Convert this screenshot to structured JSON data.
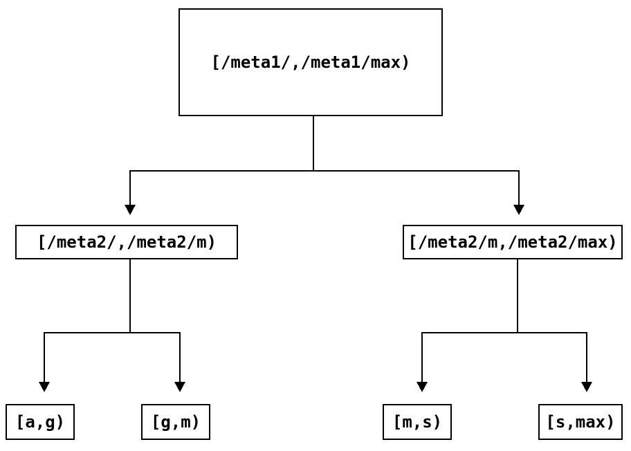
{
  "diagram": {
    "type": "tree",
    "background_color": "#ffffff",
    "line_color": "#000000",
    "box_border_color": "#000000",
    "text_color": "#000000",
    "nodes": [
      {
        "id": "root",
        "label": "[/meta1/,/meta1/max)"
      },
      {
        "id": "meta2-left",
        "label": "[/meta2/,/meta2/m)"
      },
      {
        "id": "meta2-right",
        "label": "[/meta2/m,/meta2/max)"
      },
      {
        "id": "leaf-ag",
        "label": "[a,g)"
      },
      {
        "id": "leaf-gm",
        "label": "[g,m)"
      },
      {
        "id": "leaf-ms",
        "label": "[m,s)"
      },
      {
        "id": "leaf-smax",
        "label": "[s,max)"
      }
    ],
    "edges": [
      {
        "from": "root",
        "to": "meta2-left"
      },
      {
        "from": "root",
        "to": "meta2-right"
      },
      {
        "from": "meta2-left",
        "to": "leaf-ag"
      },
      {
        "from": "meta2-left",
        "to": "leaf-gm"
      },
      {
        "from": "meta2-right",
        "to": "leaf-ms"
      },
      {
        "from": "meta2-right",
        "to": "leaf-smax"
      }
    ]
  }
}
